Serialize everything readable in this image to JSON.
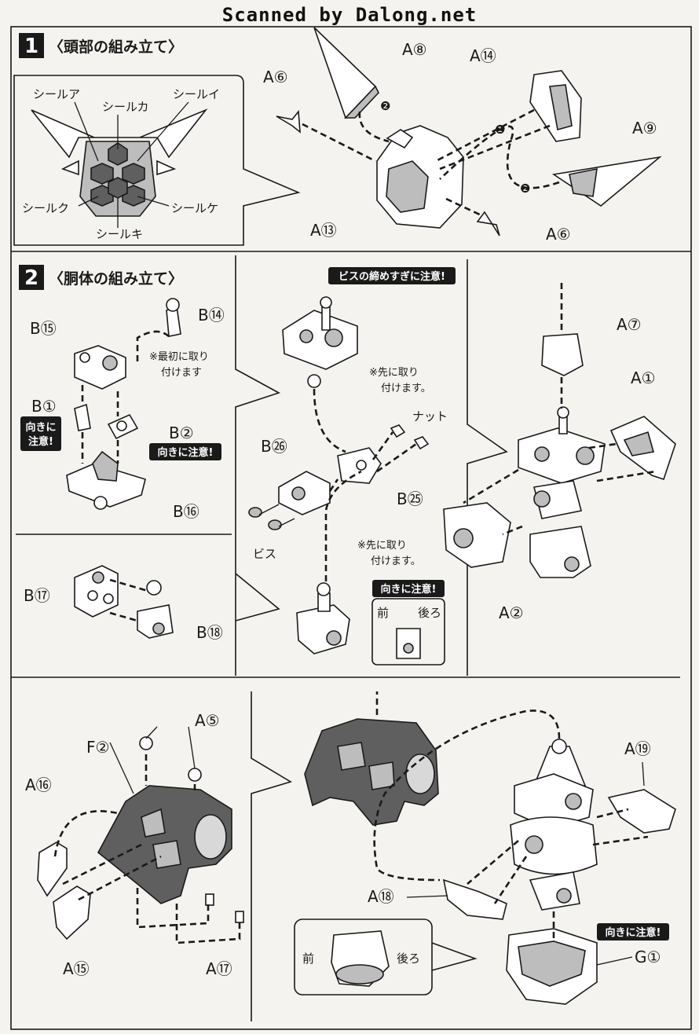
{
  "header": {
    "watermark": "Scanned by Dalong.net"
  },
  "step1": {
    "number": "1",
    "title": "〈頭部の組み立て〉",
    "stickers": [
      "シールア",
      "シールカ",
      "シールイ",
      "シールク",
      "シールケ",
      "シールキ"
    ],
    "parts": [
      "A⑥",
      "A⑧",
      "A⑭",
      "A⑨",
      "A⑬",
      "A⑥"
    ],
    "order": [
      "❶",
      "❷",
      "❷"
    ]
  },
  "step2": {
    "number": "2",
    "title": "〈胴体の組み立て〉",
    "left_parts": [
      "B⑮",
      "B⑭",
      "B①",
      "B②",
      "B⑯",
      "B⑰",
      "B⑱"
    ],
    "note_first_line1": "※最初に取り",
    "note_first_line2": "付けます",
    "caution_label": "向きに注意!",
    "caution_b1_line1": "向きに",
    "caution_b1_line2": "注意!",
    "screw_warning": "ビスの締めすぎに注意!",
    "mid_parts": [
      "B㉖",
      "B㉕"
    ],
    "nut_label": "ナット",
    "screw_label": "ビス",
    "note_ahead_line1": "※先に取り",
    "note_ahead_line2": "付けます。",
    "front_label": "前",
    "back_label": "後ろ",
    "right_parts": [
      "A⑦",
      "A①",
      "A②"
    ]
  },
  "step3": {
    "left_parts": [
      "A⑤",
      "F②",
      "A⑯",
      "A⑮",
      "A⑰"
    ],
    "right_parts": [
      "A⑲",
      "A⑱",
      "G①"
    ],
    "caution_label": "向きに注意!",
    "front_label": "前",
    "back_label": "後ろ"
  }
}
